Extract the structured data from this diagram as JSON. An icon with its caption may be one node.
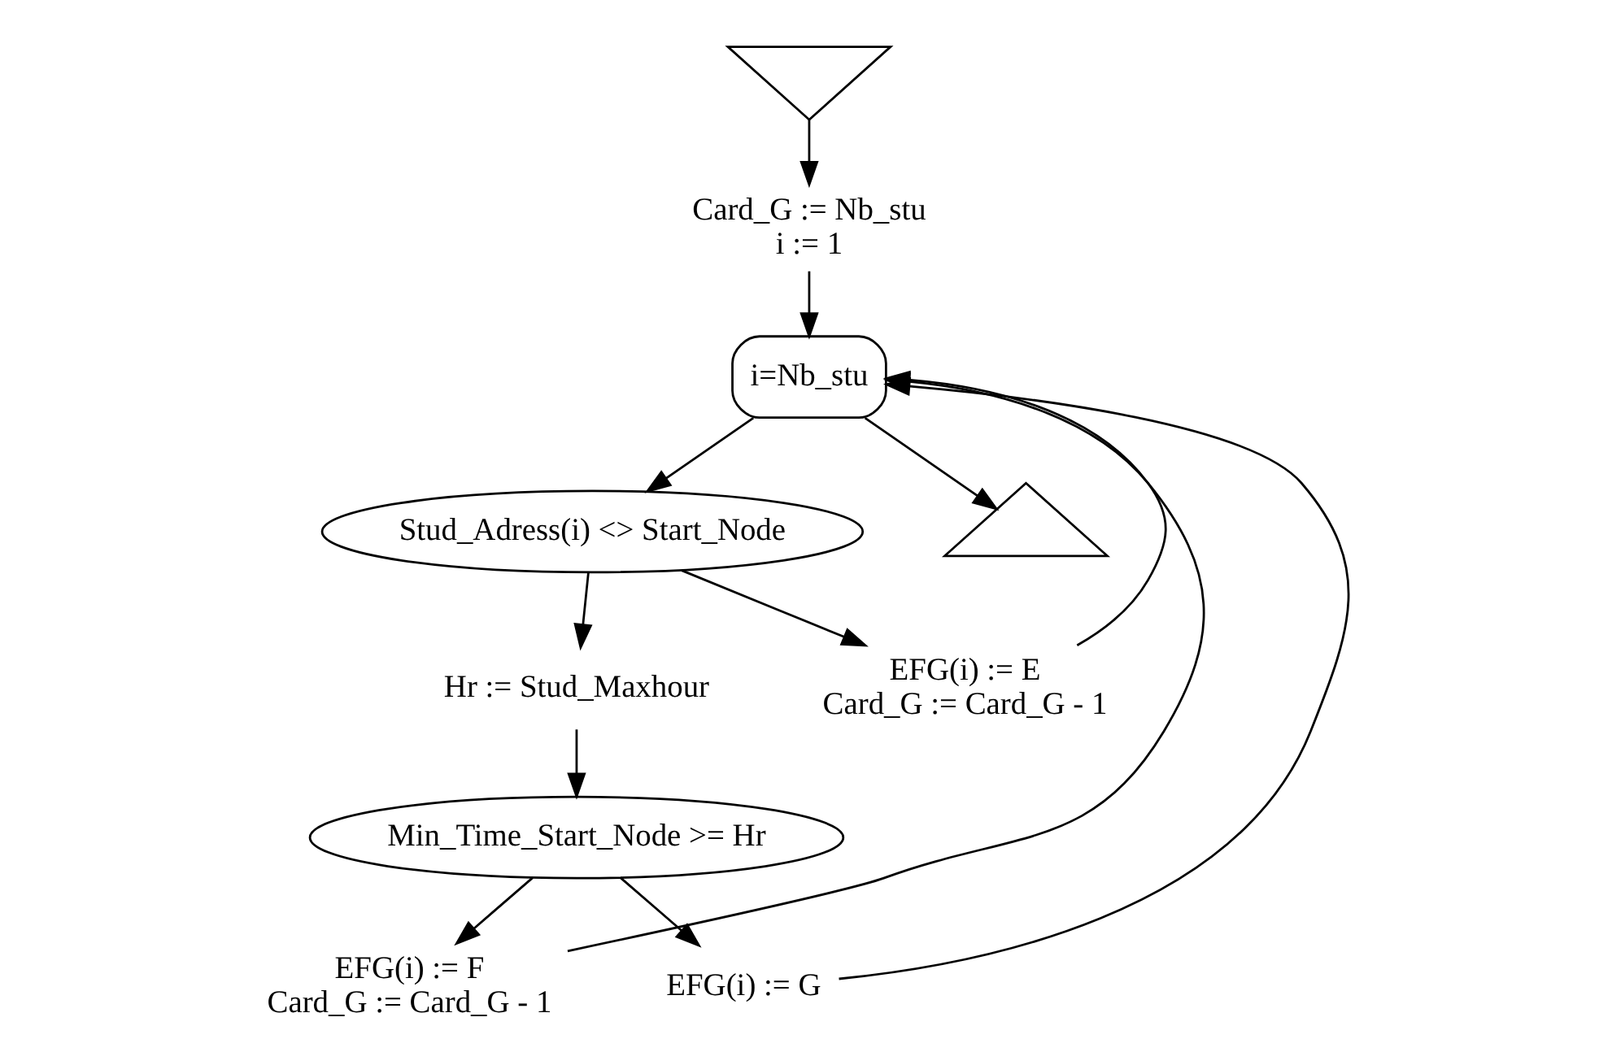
{
  "diagram": {
    "nodes": [
      {
        "text": [],
        "shape": "triangle"
      },
      {
        "text": [
          "Card_G := Nb_stu",
          "i := 1"
        ]
      },
      {
        "text": [
          "i=Nb_stu"
        ]
      },
      {
        "text": [
          "Stud_Adress(i) <> Start_Node"
        ]
      },
      {
        "text": [
          "Hr := Stud_Maxhour"
        ]
      },
      {
        "text": [
          "Min_Time_Start_Node >= Hr"
        ]
      },
      {
        "text": [
          "EFG(i) := F",
          "Card_G := Card_G - 1"
        ]
      },
      {
        "text": [
          "EFG(i) := G"
        ]
      },
      {
        "text": [
          "EFG(i) := E",
          "Card_G := Card_G - 1"
        ]
      },
      {
        "text": [],
        "shape": "triangle"
      }
    ],
    "edges": [
      {
        "from": 0,
        "to": 1,
        "arrow": "to"
      },
      {
        "from": 1,
        "to": 2,
        "arrow": "to"
      },
      {
        "from": 2,
        "to": 3,
        "arrow": "to"
      },
      {
        "from": 3,
        "to": 4,
        "arrow": "to"
      },
      {
        "from": 3,
        "to": 8,
        "arrow": "to"
      },
      {
        "from": 4,
        "to": 5,
        "arrow": "to"
      },
      {
        "from": 5,
        "to": 6,
        "arrow": "to"
      },
      {
        "from": 5,
        "to": 7,
        "arrow": "to"
      },
      {
        "from": 6,
        "to": 2,
        "arrow": "to"
      },
      {
        "from": 7,
        "to": 2,
        "arrow": "to"
      },
      {
        "from": 8,
        "to": 2,
        "arrow": "to"
      },
      {
        "from": 2,
        "to": 9,
        "arrow": "to"
      }
    ]
  }
}
